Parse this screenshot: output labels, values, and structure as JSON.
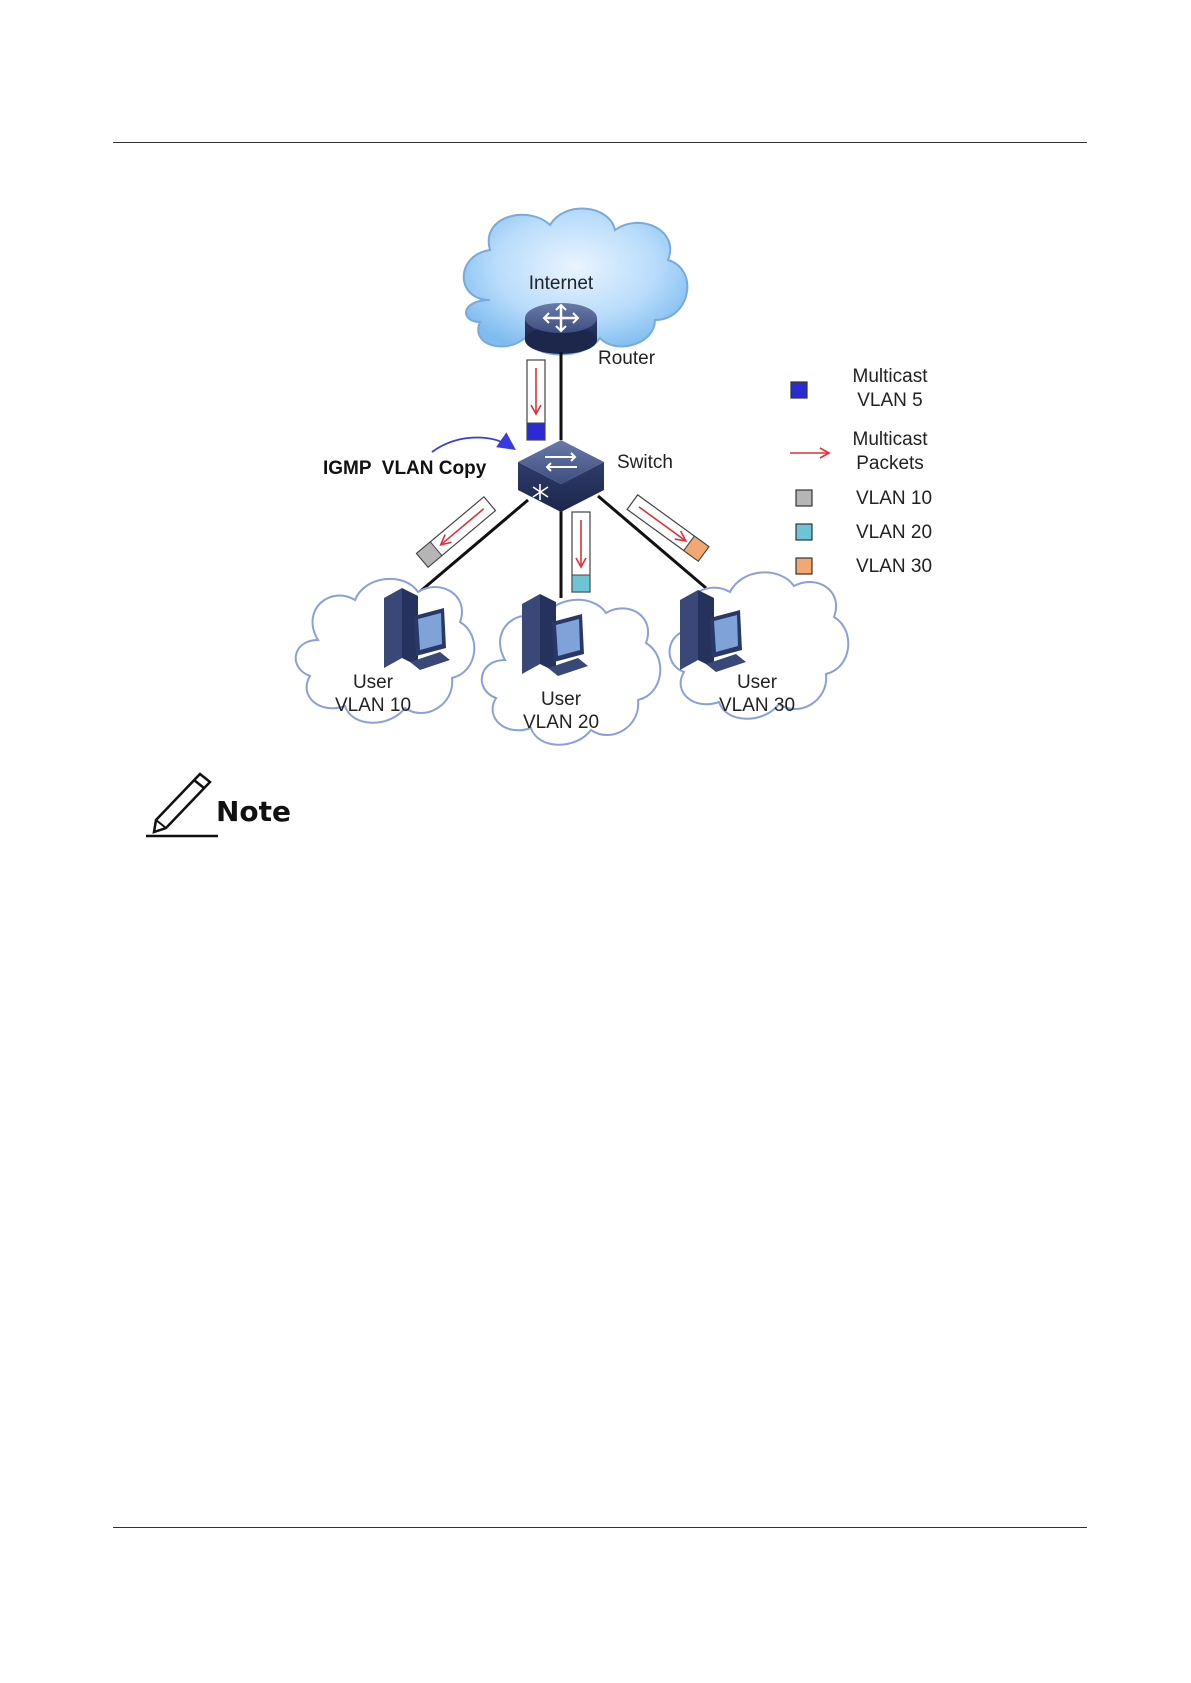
{
  "diagram": {
    "internet_label": "Internet",
    "router_label": "Router",
    "switch_label": "Switch",
    "igmp_label": "IGMP  VLAN Copy",
    "users": [
      {
        "line1": "User",
        "line2": "VLAN 10"
      },
      {
        "line1": "User",
        "line2": "VLAN 20"
      },
      {
        "line1": "User",
        "line2": "VLAN 30"
      }
    ],
    "legend": [
      {
        "line1": "Multicast",
        "line2": "VLAN 5",
        "color": "#2b2bd6"
      },
      {
        "line1": "Multicast",
        "line2": "Packets",
        "color": "#e0303a"
      },
      {
        "line1": "VLAN 10",
        "color": "#b5b5b5"
      },
      {
        "line1": "VLAN 20",
        "color": "#6cc4d4"
      },
      {
        "line1": "VLAN 30",
        "color": "#f2a870"
      }
    ]
  },
  "note": {
    "label": "Note"
  }
}
